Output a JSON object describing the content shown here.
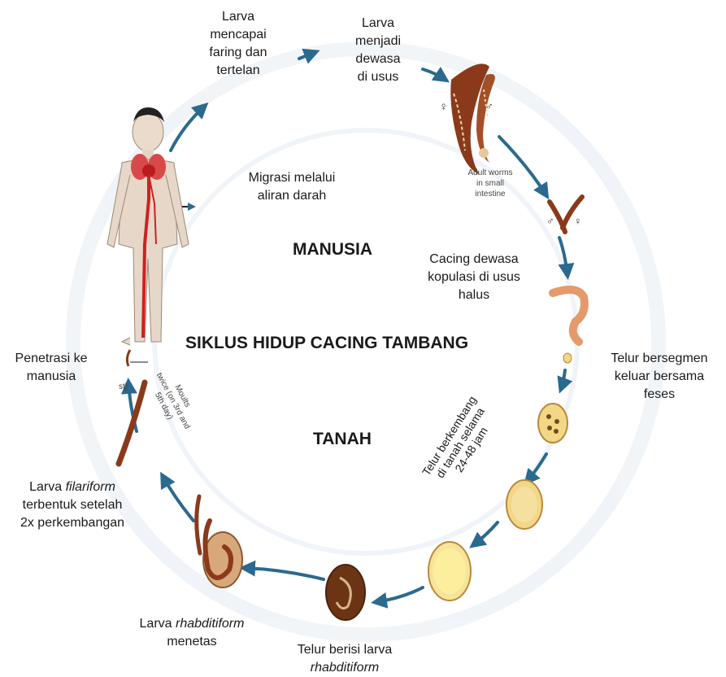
{
  "title": "SIKLUS HIDUP CACING TAMBANG",
  "zone_top": "MANUSIA",
  "zone_bottom": "TANAH",
  "colors": {
    "arrow": "#2b6a8f",
    "worm": "#8a3a1a",
    "egg_fill": "#f2d787",
    "blood": "#cc2222"
  },
  "steps": {
    "larva_faring": [
      "Larva",
      "mencapai",
      "faring dan",
      "tertelan"
    ],
    "larva_dewasa": [
      "Larva",
      "menjadi",
      "dewasa",
      "di usus"
    ],
    "migrasi": [
      "Migrasi melalui",
      "aliran darah"
    ],
    "kopulasi": [
      "Cacing dewasa",
      "kopulasi di usus",
      "halus"
    ],
    "telur_segmen": [
      "Telur bersegmen",
      "keluar bersama",
      "feses"
    ],
    "telur_berkembang": [
      "Telur berkembang",
      "di tanah selama",
      "24-48 jam"
    ],
    "telur_berisi": {
      "line1": "Telur berisi larva",
      "line2": "rhabditiform"
    },
    "larva_menetas": {
      "prefix": "Larva ",
      "italic": "rhabditiform",
      "line2": "menetas"
    },
    "larva_filariform": {
      "prefix": "Larva ",
      "italic": "filariform",
      "line2": "terbentuk setelah",
      "line3": "2x perkembangan"
    },
    "penetrasi": [
      "Penetrasi ke",
      "manusia"
    ]
  },
  "figure_text": {
    "female_symbol": "♀",
    "male_symbol": "♂",
    "adult_worms": [
      "Adult worms",
      "in small",
      "intestine"
    ],
    "moults": [
      "Moults",
      "twice (on 3rd and",
      "5th day)"
    ],
    "cut_text": "st)"
  }
}
